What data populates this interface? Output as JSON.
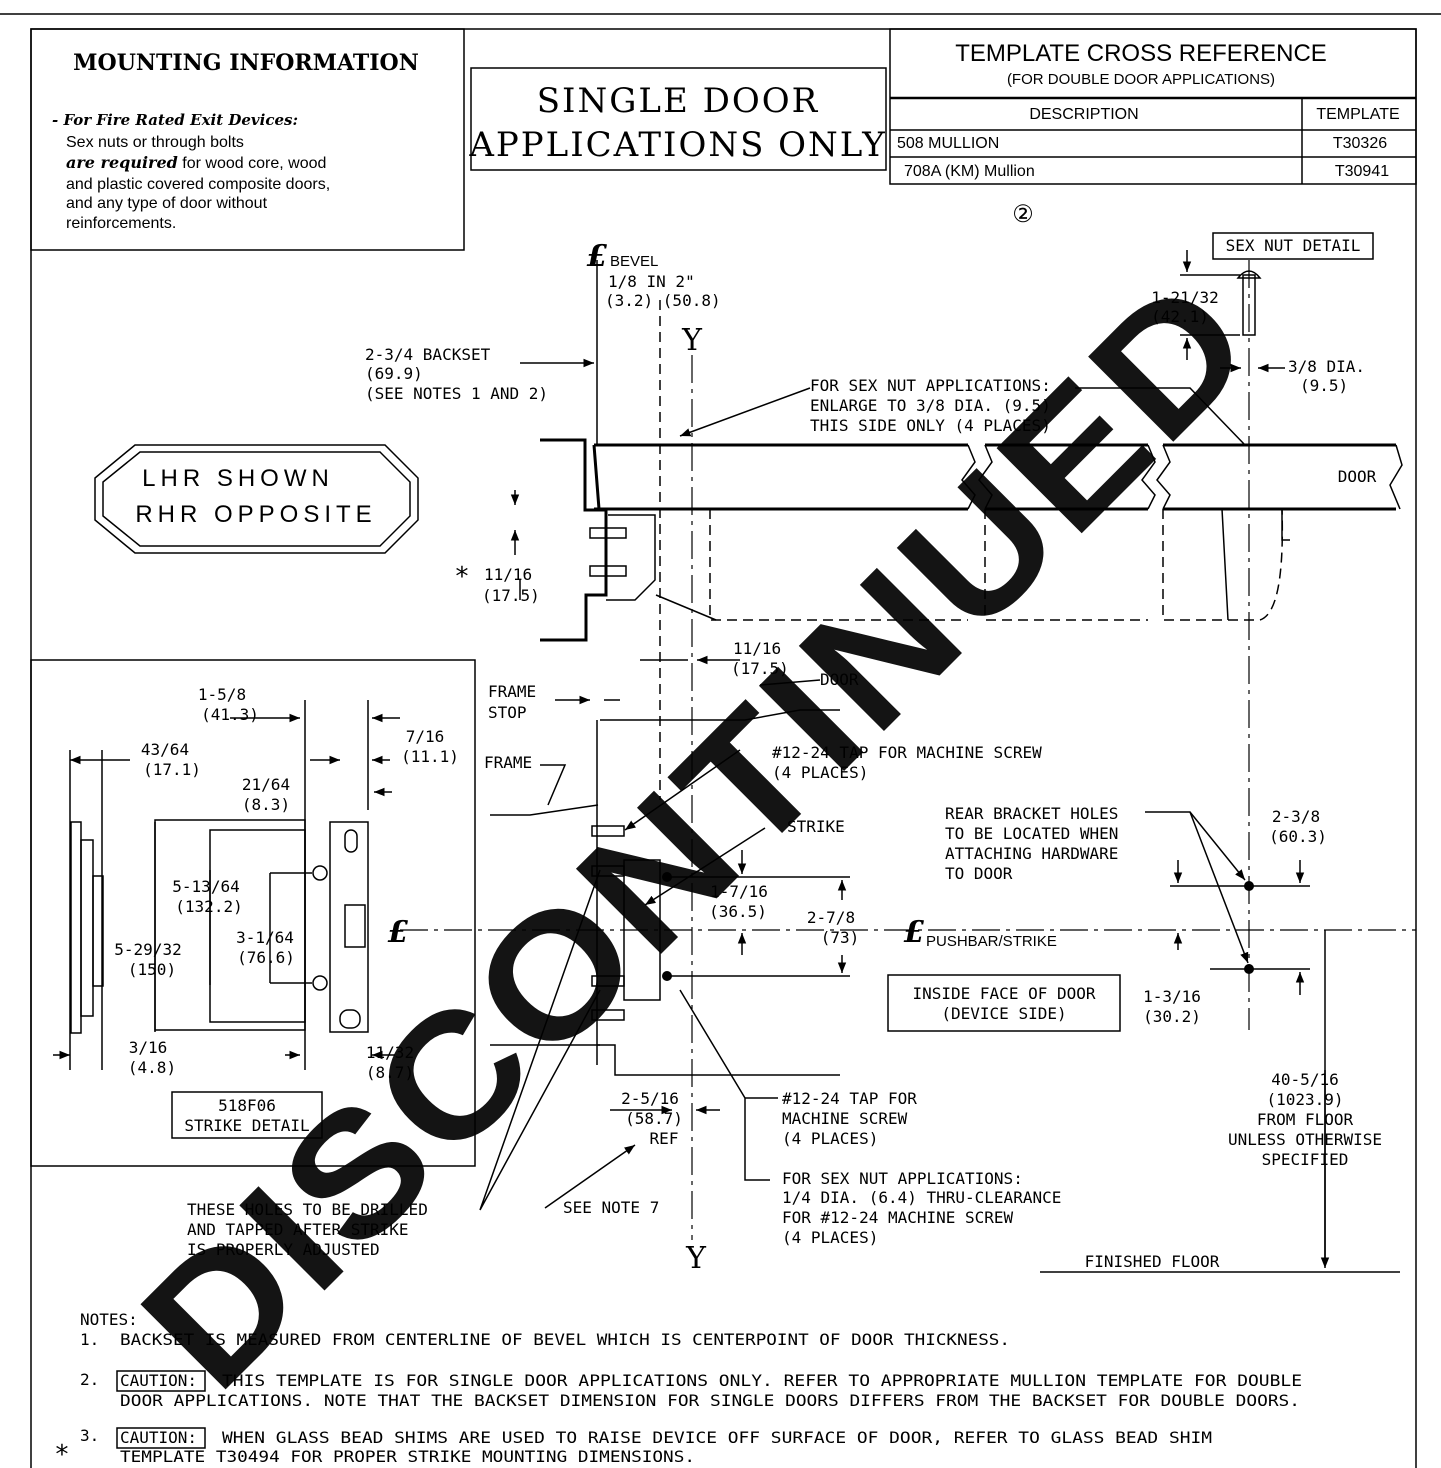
{
  "mounting": {
    "title": "MOUNTING INFORMATION",
    "bullet_head": "- For Fire Rated Exit Devices:",
    "line1": "Sex nuts or through bolts",
    "line2_em": "are required",
    "line2_rest": " for wood core, wood",
    "line3": "and plastic covered composite doors,",
    "line4": "and any type of door without",
    "line5": "reinforcements."
  },
  "single_door": {
    "line1": "SINGLE DOOR",
    "line2": "APPLICATIONS ONLY"
  },
  "cross_ref": {
    "title": "TEMPLATE CROSS REFERENCE",
    "subtitle": "(FOR DOUBLE DOOR APPLICATIONS)",
    "col_desc": "DESCRIPTION",
    "col_template": "TEMPLATE",
    "rows": [
      {
        "description": "508 MULLION",
        "template": "T30326"
      },
      {
        "description": "708A (KM) Mullion",
        "template": "T30941"
      }
    ],
    "circle_num": "②"
  },
  "handing": {
    "line1": "LHR SHOWN",
    "line2": "RHR OPPOSITE"
  },
  "strike_detail": {
    "line1": "518F06",
    "line2": "STRIKE DETAIL"
  },
  "device_side": {
    "line1": "INSIDE FACE OF DOOR",
    "line2": "(DEVICE SIDE)"
  },
  "sex_nut_detail": "SEX NUT DETAIL",
  "symbols": {
    "cl": "£",
    "y": "Y",
    "star": "*"
  },
  "dims": {
    "bevel": "BEVEL",
    "bevel_ratio": "1/8 IN 2\"",
    "bevel_mm": "(3.2) (50.8)",
    "backset": "2-3/4 BACKSET",
    "backset_mm": "(69.9)",
    "backset_note": "(SEE NOTES 1 AND 2)",
    "nut_len": "1-21/32",
    "nut_len_mm": "(42.1)",
    "nut_dia": "3/8 DIA.",
    "nut_dia_mm": "(9.5)",
    "sexnut_l1": "FOR SEX NUT APPLICATIONS:",
    "sexnut_l2": "ENLARGE TO 3/8 DIA. (9.5)",
    "sexnut_l3": "THIS SIDE ONLY (4 PLACES)",
    "door": "DOOR",
    "d11_16": "11/16",
    "d11_16_mm": "(17.5)",
    "frame_stop_1": "FRAME",
    "frame_stop_2": "STOP",
    "frame": "FRAME",
    "tap_l1": "#12-24 TAP FOR MACHINE SCREW",
    "tap_l2": "(4 PLACES)",
    "strike": "STRIKE",
    "d1_5_8": "1-5/8",
    "d1_5_8_mm": "(41.3)",
    "d7_16": "7/16",
    "d7_16_mm": "(11.1)",
    "d43_64": "43/64",
    "d43_64_mm": "(17.1)",
    "d21_64": "21/64",
    "d21_64_mm": "(8.3)",
    "d5_13_64": "5-13/64",
    "d5_13_64_mm": "(132.2)",
    "d3_1_64": "3-1/64",
    "d3_1_64_mm": "(76.6)",
    "d5_29_32": "5-29/32",
    "d5_29_32_mm": "(150)",
    "d3_16": "3/16",
    "d3_16_mm": "(4.8)",
    "d11_32": "11/32",
    "d11_32_mm": "(8.7)",
    "d1_7_16": "1-7/16",
    "d1_7_16_mm": "(36.5)",
    "d2_7_8": "2-7/8",
    "d2_7_8_mm": "(73)",
    "pushbar": "PUSHBAR/STRIKE",
    "rear_l1": "REAR BRACKET HOLES",
    "rear_l2": "TO BE LOCATED WHEN",
    "rear_l3": "ATTACHING HARDWARE",
    "rear_l4": "TO DOOR",
    "d2_3_8": "2-3/8",
    "d2_3_8_mm": "(60.3)",
    "d1_3_16": "1-3/16",
    "d1_3_16_mm": "(30.2)",
    "d2_5_16": "2-5/16",
    "d2_5_16_mm": "(58.7)",
    "ref": "REF",
    "tap2_l1": "#12-24 TAP FOR",
    "tap2_l2": "MACHINE SCREW",
    "tap2_l3": "(4 PLACES)",
    "sn2_l1": "FOR SEX NUT APPLICATIONS:",
    "sn2_l2": "1/4 DIA. (6.4) THRU-CLEARANCE",
    "sn2_l3": "FOR #12-24 MACHINE SCREW",
    "sn2_l4": "(4 PLACES)",
    "height": "40-5/16",
    "height_mm": "(1023.9)",
    "height_l3": "FROM FLOOR",
    "height_l4": "UNLESS OTHERWISE",
    "height_l5": "SPECIFIED",
    "holes_l1": "THESE HOLES TO BE DRILLED",
    "holes_l2": "AND TAPPED AFTER STRIKE",
    "holes_l3": "IS PROPERLY ADJUSTED",
    "see_note": "SEE NOTE 7",
    "floor": "FINISHED FLOOR"
  },
  "notes": {
    "heading": "NOTES:",
    "n1_num": "1.",
    "n1": "BACKSET IS MEASURED FROM CENTERLINE OF BEVEL WHICH IS CENTERPOINT OF DOOR THICKNESS.",
    "n2_num": "2.",
    "caution": "CAUTION:",
    "n2_a": "THIS TEMPLATE IS FOR SINGLE DOOR APPLICATIONS ONLY.  REFER TO APPROPRIATE MULLION TEMPLATE FOR DOUBLE",
    "n2_b": "DOOR APPLICATIONS.  NOTE THAT THE BACKSET DIMENSION FOR SINGLE DOORS DIFFERS FROM THE BACKSET FOR DOUBLE DOORS.",
    "n3_num": "3.",
    "n3_a": "WHEN GLASS BEAD SHIMS ARE USED TO RAISE DEVICE OFF SURFACE OF DOOR, REFER TO GLASS BEAD SHIM",
    "n3_b": "TEMPLATE T30494 FOR PROPER STRIKE MOUNTING DIMENSIONS."
  },
  "watermark": {
    "text": "DISCONTINUED",
    "color": "#595959"
  }
}
